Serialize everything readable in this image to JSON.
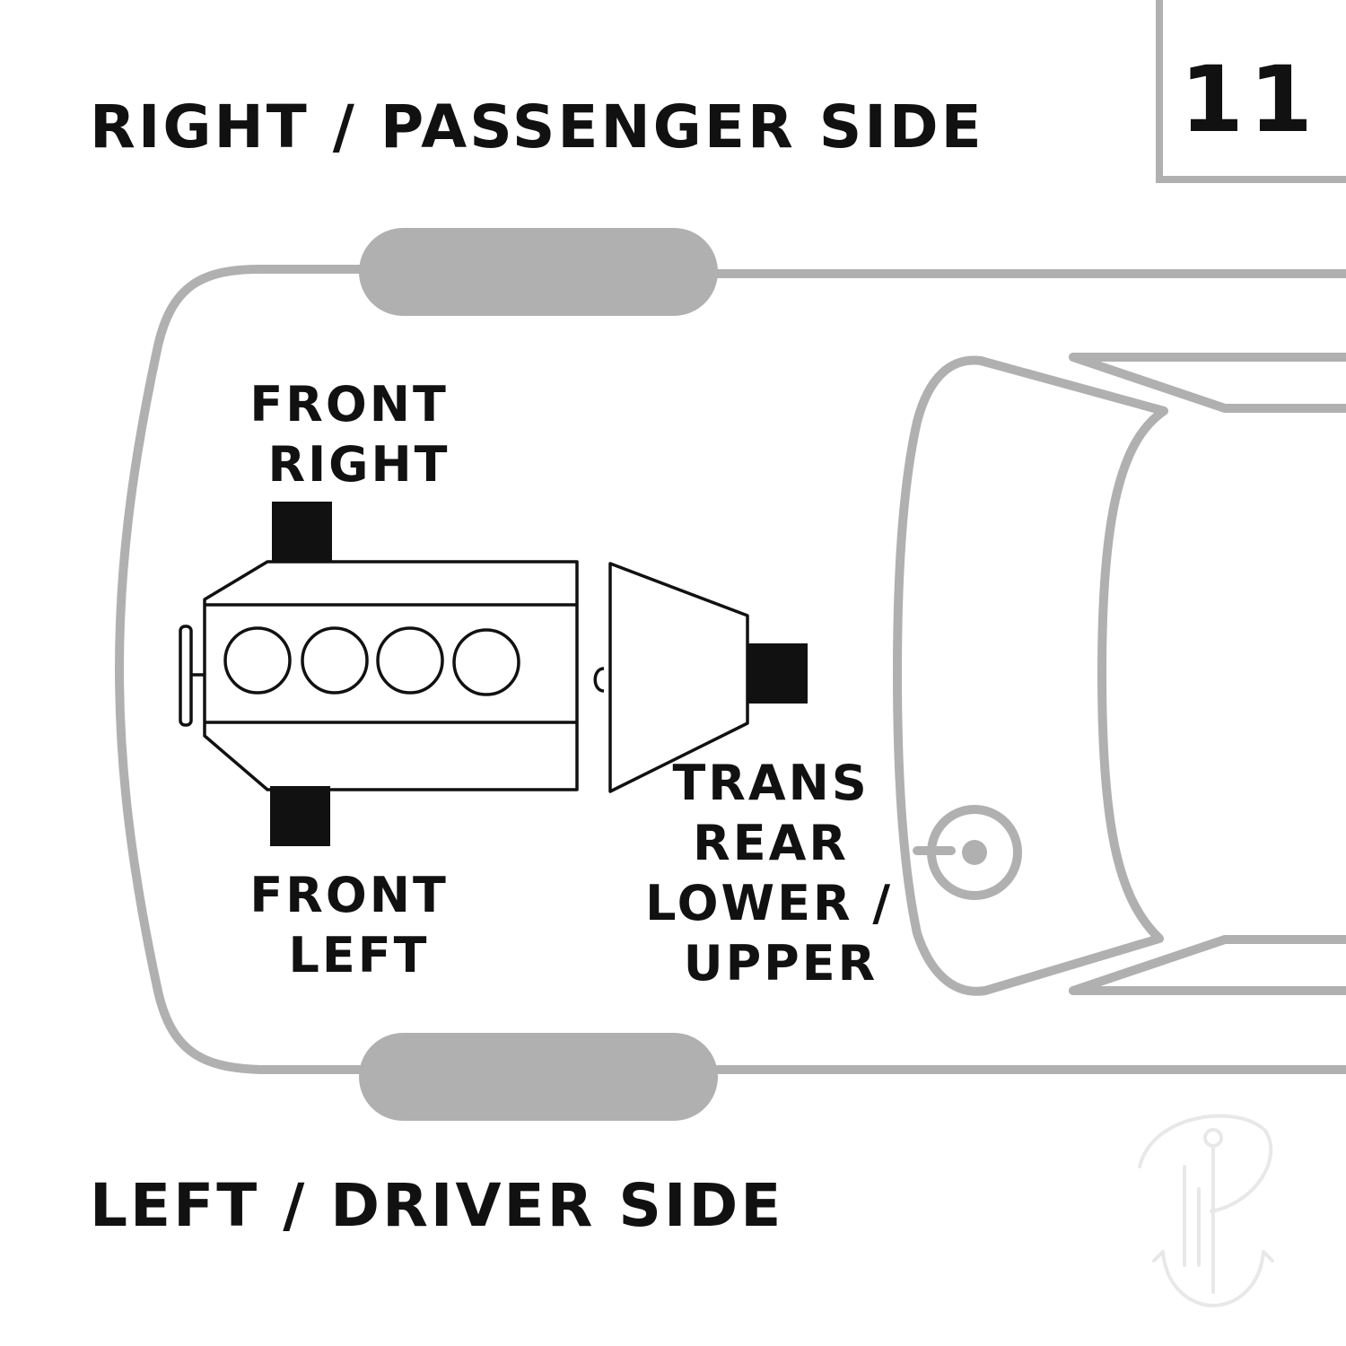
{
  "diagram_number": "11",
  "labels": {
    "right_side": "RIGHT / PASSENGER SIDE",
    "left_side": "LEFT / DRIVER SIDE",
    "front_right": [
      "FRONT",
      "RIGHT"
    ],
    "front_left": [
      "FRONT",
      "LEFT"
    ],
    "trans_rear": [
      "TRANS",
      "REAR",
      "LOWER /",
      "UPPER"
    ]
  },
  "colors": {
    "outline": "#b0b0b0",
    "mount": "#111111",
    "engine_line": "#111111",
    "text": "#111111"
  },
  "icons": {
    "watermark": "anchor-logo-icon"
  }
}
